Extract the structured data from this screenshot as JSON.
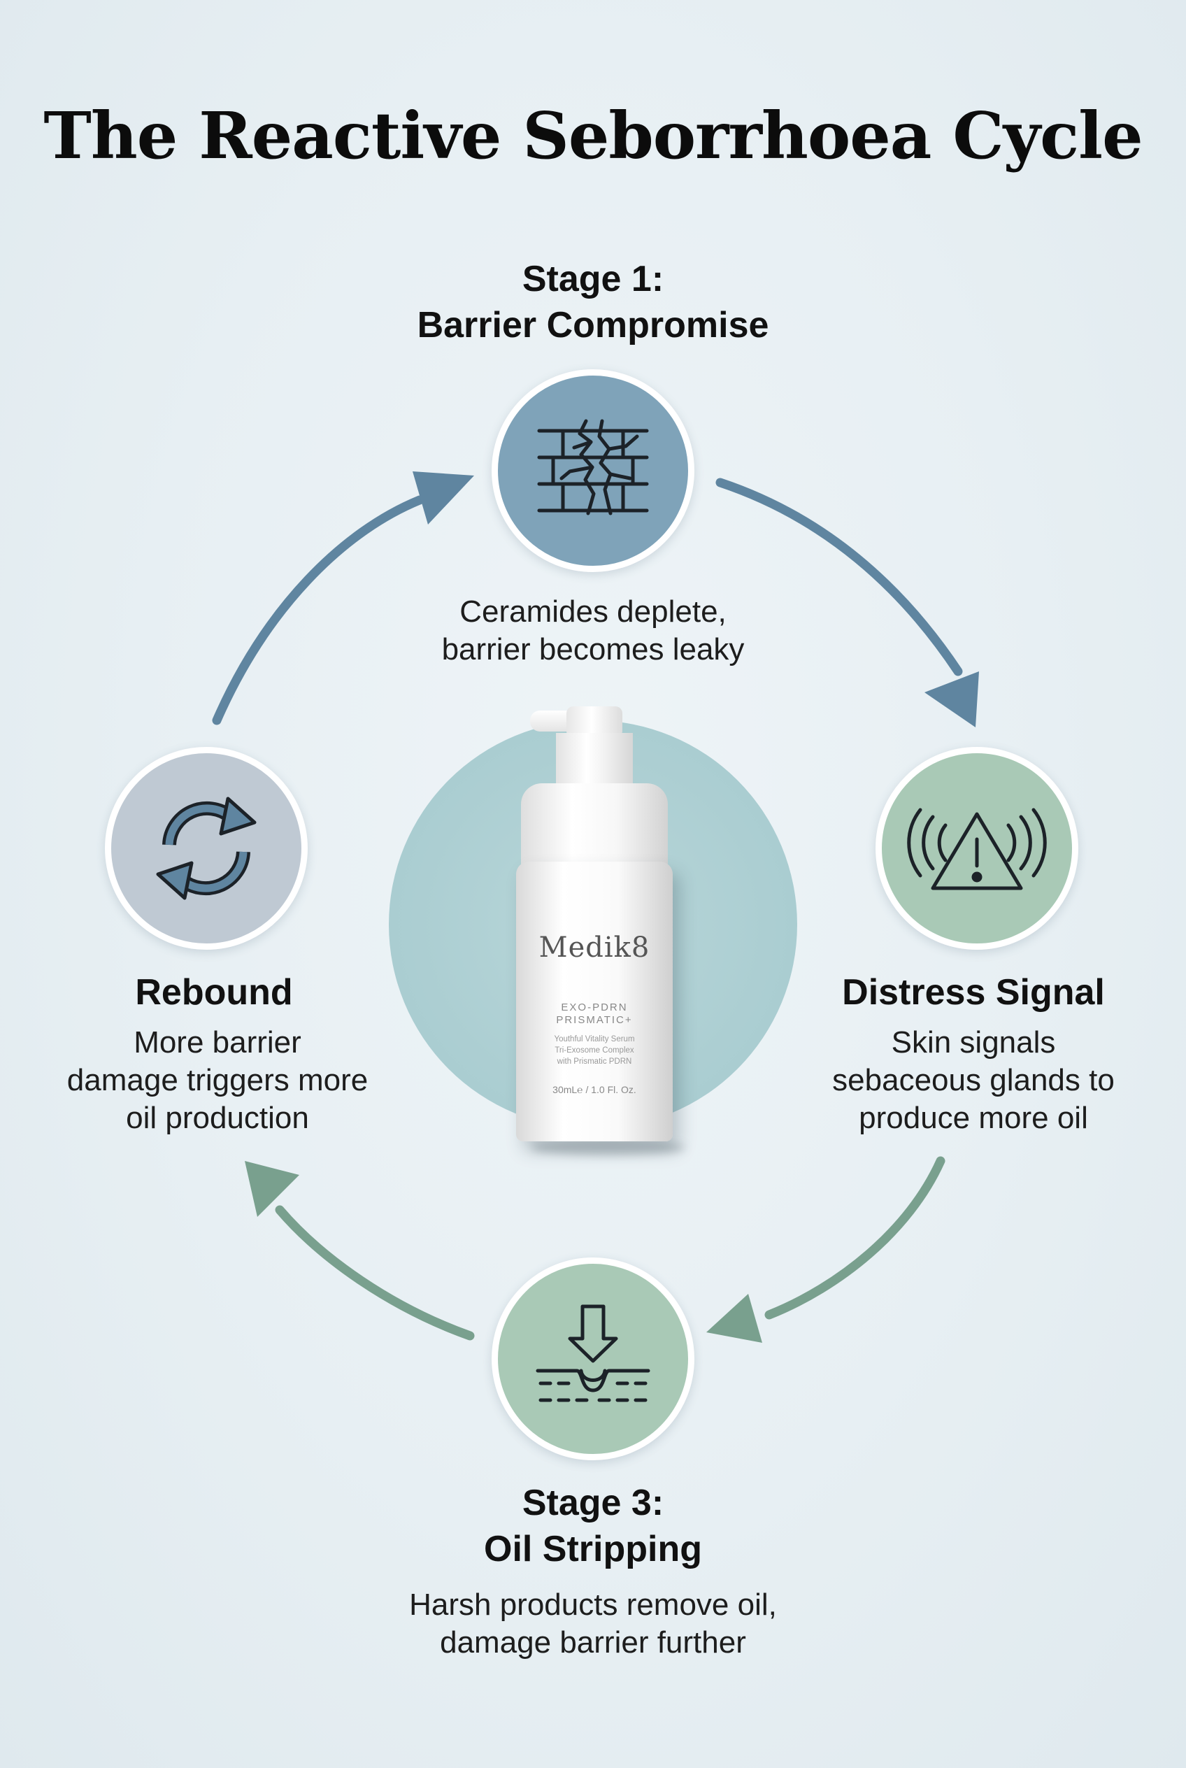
{
  "title": "The Reactive Seborrhoea Cycle",
  "stages": {
    "stage1": {
      "heading_line1": "Stage 1:",
      "heading_line2": "Barrier Compromise",
      "desc_line1": "Ceramides deplete,",
      "desc_line2": "barrier becomes leaky",
      "icon": "cracked-brick-wall-icon",
      "color": "#7fa3b9"
    },
    "distress": {
      "heading": "Distress Signal",
      "desc_line1": "Skin signals",
      "desc_line2": "sebaceous glands to",
      "desc_line3": "produce more oil",
      "icon": "warning-signal-icon",
      "color": "#a9c9b6"
    },
    "stage3": {
      "heading_line1": "Stage 3:",
      "heading_line2": "Oil Stripping",
      "desc_line1": "Harsh products remove oil,",
      "desc_line2": "damage barrier further",
      "icon": "skin-pore-down-arrow-icon",
      "color": "#a9c9b6"
    },
    "rebound": {
      "heading": "Rebound",
      "desc_line1": "More barrier",
      "desc_line2": "damage triggers more",
      "desc_line3": "oil production",
      "icon": "refresh-cycle-icon",
      "color": "#bfc9d3"
    }
  },
  "product": {
    "brand": "Medik8",
    "name_line1": "EXO-PDRN",
    "name_line2": "PRISMATIC+",
    "sub_line1": "Youthful Vitality Serum",
    "sub_line2": "Tri-Exosome Complex",
    "sub_line3": "with Prismatic PDRN",
    "size": "30mL℮ / 1.0 Fl. Oz."
  },
  "colors": {
    "arrow_blue": "#5f85a0",
    "arrow_green": "#79a08e",
    "icon_stroke": "#1c2228"
  }
}
